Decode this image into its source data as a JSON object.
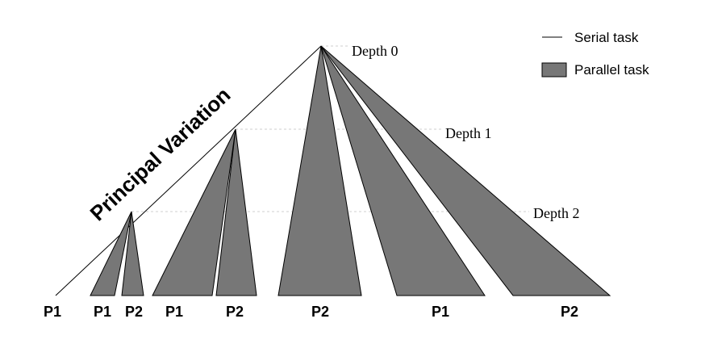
{
  "legend": {
    "serial_label": "Serial task",
    "parallel_label": "Parallel task"
  },
  "pv_label": "Principal Variation",
  "depths": [
    {
      "label": "Depth 0"
    },
    {
      "label": "Depth 1"
    },
    {
      "label": "Depth 2"
    }
  ],
  "leaves": [
    {
      "type": "serial",
      "label": "P1"
    },
    {
      "type": "parallel",
      "label": "P1"
    },
    {
      "type": "parallel",
      "label": "P2"
    },
    {
      "type": "parallel",
      "label": "P1"
    },
    {
      "type": "parallel",
      "label": "P2"
    },
    {
      "type": "parallel",
      "label": "P2"
    },
    {
      "type": "parallel",
      "label": "P1"
    },
    {
      "type": "parallel",
      "label": "P2"
    }
  ],
  "colors": {
    "parallel_fill": "#777777",
    "line": "#000000",
    "guide": "#cfcfcf"
  }
}
